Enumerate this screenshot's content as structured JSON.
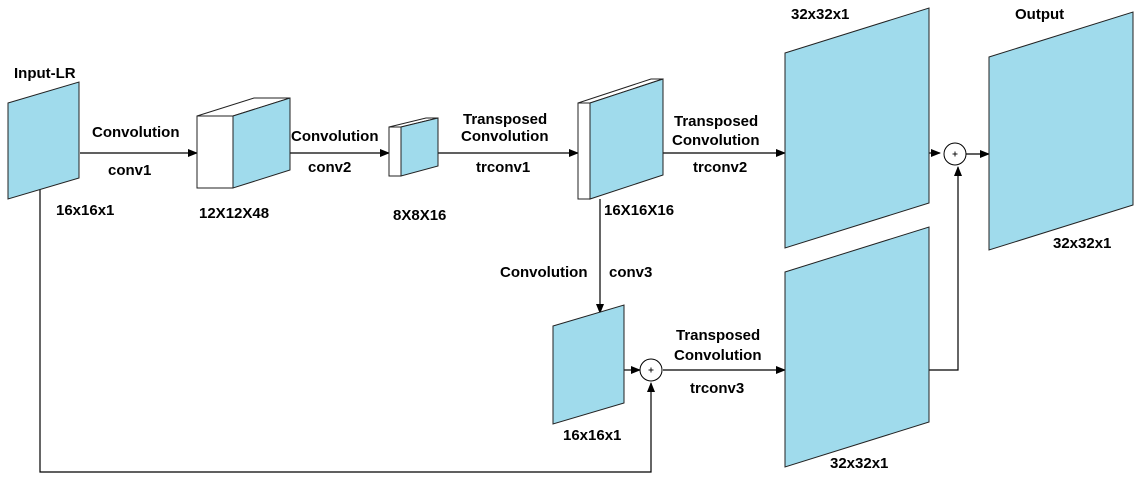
{
  "colors": {
    "feature_map": "#a0dbec",
    "box_side": "#ffffff",
    "line": "#000000"
  },
  "nodes": {
    "input": {
      "title": "Input-LR",
      "size": "16x16x1"
    },
    "conv_block1": {
      "size": "12X12X48"
    },
    "conv_block2": {
      "size": "8X8X16"
    },
    "trconv_block1": {
      "size": "16X16X16"
    },
    "conv3_map": {
      "size": "16x16x1"
    },
    "trconv2_map": {
      "size": "32x32x1"
    },
    "trconv3_map": {
      "size": "32x32x1"
    },
    "output": {
      "title": "Output",
      "size": "32x32x1"
    }
  },
  "edges": {
    "conv1": {
      "op": "Convolution",
      "name": "conv1"
    },
    "conv2": {
      "op": "Convolution",
      "name": "conv2"
    },
    "trconv1": {
      "op_line1": "Transposed",
      "op_line2": "Convolution",
      "name": "trconv1"
    },
    "trconv2": {
      "op_line1": "Transposed",
      "op_line2": "Convolution",
      "name": "trconv2"
    },
    "conv3": {
      "op": "Convolution",
      "name": "conv3"
    },
    "trconv3": {
      "op_line1": "Transposed",
      "op_line2": "Convolution",
      "name": "trconv3"
    }
  },
  "operators": {
    "add": "+"
  }
}
